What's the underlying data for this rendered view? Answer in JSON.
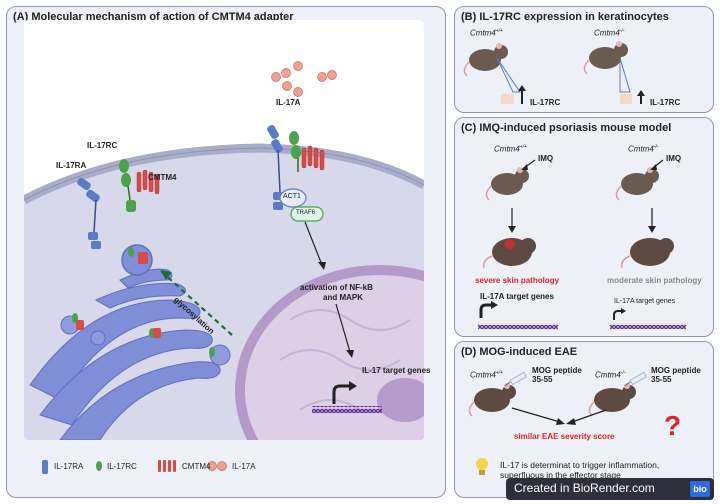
{
  "panelA": {
    "title": "(A) Molecular mechanism of action of CMTM4 adapter",
    "il17a": "IL-17A",
    "il17rc": "IL-17RC",
    "il17ra": "IL-17RA",
    "cmtm4": "CMTM4",
    "act1": "ACT1",
    "traf6": "TRAF6",
    "glycosylation": "glycosylation",
    "activation_line1": "activation of NF-kB",
    "activation_line2": "and MAPK",
    "target_genes": "IL-17 target genes",
    "legend": {
      "il17ra": "IL-17RA",
      "il17rc": "IL-17RC",
      "cmtm4": "CMTM4",
      "il17a": "IL-17A"
    }
  },
  "panelB": {
    "title": "(B) IL-17RC expression in keratinocytes",
    "wt_label": "Cmtm4",
    "wt_sup": "+/+",
    "ko_label": "Cmtm4",
    "ko_sup": "-/-",
    "wt_result": "IL-17RC",
    "ko_result": "IL-17RC"
  },
  "panelC": {
    "title": "(C) IMQ-induced psoriasis mouse model",
    "wt_label": "Cmtm4",
    "wt_sup": "+/+",
    "ko_label": "Cmtm4",
    "ko_sup": "-/-",
    "wt_treatment": "IMQ",
    "ko_treatment": "IMQ",
    "wt_outcome": "severe skin pathology",
    "ko_outcome": "moderate skin pathology",
    "wt_genes": "IL-17A target genes",
    "ko_genes": "IL-17A target genes"
  },
  "panelD": {
    "title": "(D) MOG-induced EAE",
    "wt_label": "Cmtm4",
    "wt_sup": "+/+",
    "ko_label": "Cmtm4",
    "ko_sup": "-/-",
    "wt_peptide_1": "MOG peptide",
    "wt_peptide_2": "35-55",
    "ko_peptide_1": "MOG peptide",
    "ko_peptide_2": "35-55",
    "outcome": "similar EAE severity score",
    "question": "?",
    "note_line1": "IL-17 is determinat to trigger inflammation,",
    "note_line2": "superfluous in the effector stage"
  },
  "footer": {
    "credit": "Created in BioRender.com",
    "logo": "bio"
  },
  "colors": {
    "ra_blue": "#5a7cc7",
    "rc_green": "#4aa34a",
    "cmtm4_red": "#d94a4a",
    "il17a_pink": "#f0a090",
    "membrane": "#a9adc8",
    "golgi": "#7f8ed6",
    "nucleus": "#b49ac8",
    "panel_bg": "#eef0f8",
    "panel_border": "#8d99bf",
    "alert_red": "#e02323"
  }
}
